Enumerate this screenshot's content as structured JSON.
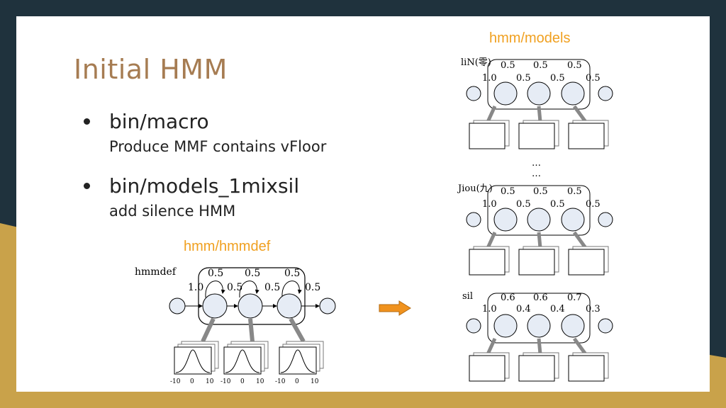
{
  "slide": {
    "title": "Initial HMM",
    "bullets": [
      {
        "main": "bin/macro",
        "sub": "Produce MMF contains vFloor"
      },
      {
        "main": "bin/models_1mixsil",
        "sub": "add silence HMM"
      }
    ]
  },
  "left_figure": {
    "caption": "hmm/hmmdef",
    "model_label": "hmmdef",
    "top_probs": [
      "0.5",
      "0.5",
      "0.5"
    ],
    "trans_probs": [
      "1.0",
      "0.5",
      "0.5",
      "0.5"
    ],
    "axis_ticks": [
      "-10",
      "0",
      "10",
      "-10",
      "0",
      "10",
      "-10",
      "0",
      "10"
    ]
  },
  "right_figure": {
    "caption": "hmm/models",
    "ellipsis": "…",
    "models": [
      {
        "label": "liN(零)",
        "top_probs": [
          "0.5",
          "0.5",
          "0.5"
        ],
        "trans_probs": [
          "1.0",
          "0.5",
          "0.5",
          "0.5"
        ]
      },
      {
        "label": "Jiou(九)",
        "top_probs": [
          "0.5",
          "0.5",
          "0.5"
        ],
        "trans_probs": [
          "1.0",
          "0.5",
          "0.5",
          "0.5"
        ]
      },
      {
        "label": "sil",
        "top_probs": [
          "0.6",
          "0.6",
          "0.7"
        ],
        "trans_probs": [
          "1.0",
          "0.4",
          "0.4",
          "0.3"
        ]
      }
    ]
  },
  "colors": {
    "background": "#1f323d",
    "gold": "#c9a24a",
    "title": "#a67c52",
    "caption": "#f0a020",
    "arrow": "#f0921e",
    "state_fill": "#e6ecf5"
  }
}
